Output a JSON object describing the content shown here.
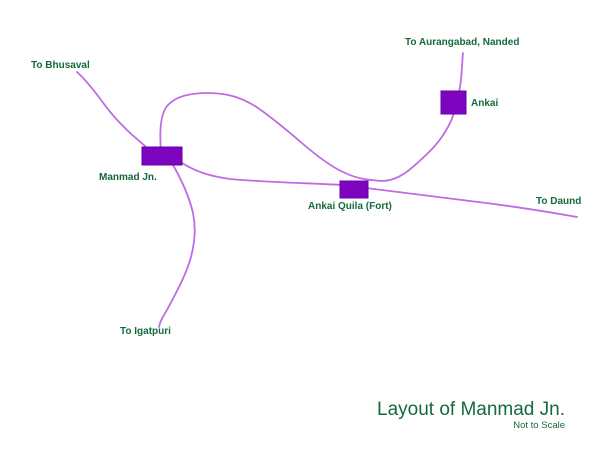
{
  "diagram": {
    "labels": {
      "bhusaval": "To Bhusaval",
      "aurangabad": "To Aurangabad, Nanded",
      "ankai": "Ankai",
      "manmad": "Manmad Jn.",
      "quila": "Ankai Quila (Fort)",
      "daund": "To Daund",
      "igatpuri": "To Igatpuri"
    },
    "title": "Layout of Manmad Jn.",
    "subtitle": "Not to Scale",
    "colors": {
      "background": "#ffffff",
      "rail_line": "#bd6ce2",
      "station_fill": "#7d05c0",
      "station_border": "#6a00a8",
      "label_text": "#156a3c"
    }
  }
}
